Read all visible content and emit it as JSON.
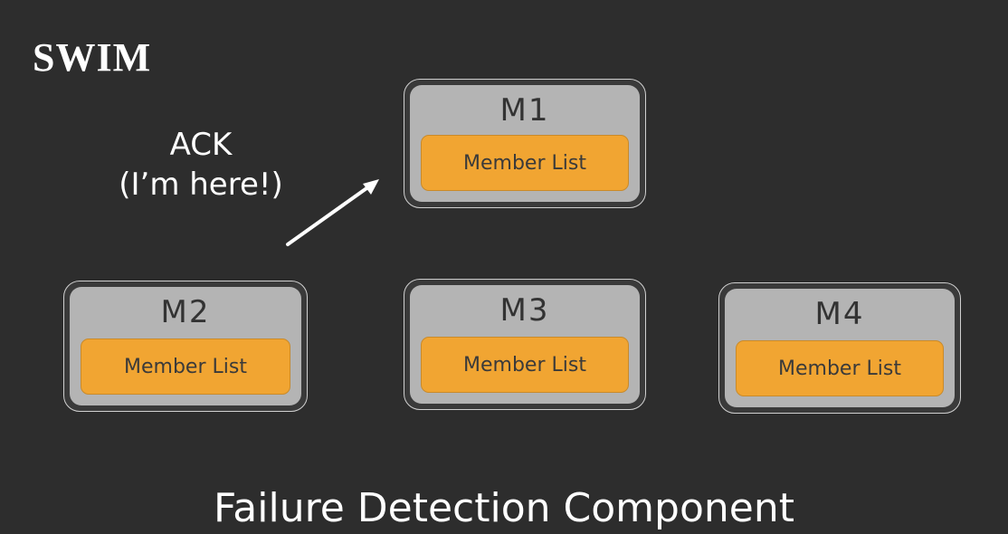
{
  "title": "SWIM",
  "ack": {
    "line1": "ACK",
    "line2": "(I’m here!)"
  },
  "nodes": [
    {
      "name": "M1",
      "list_label": "Member List"
    },
    {
      "name": "M2",
      "list_label": "Member List"
    },
    {
      "name": "M3",
      "list_label": "Member List"
    },
    {
      "name": "M4",
      "list_label": "Member List"
    }
  ],
  "footer": "Failure Detection Component",
  "colors": {
    "background": "#2d2d2d",
    "node_fill": "#b4b4b4",
    "member_list": "#f1a532",
    "arrow": "#ffffff"
  }
}
